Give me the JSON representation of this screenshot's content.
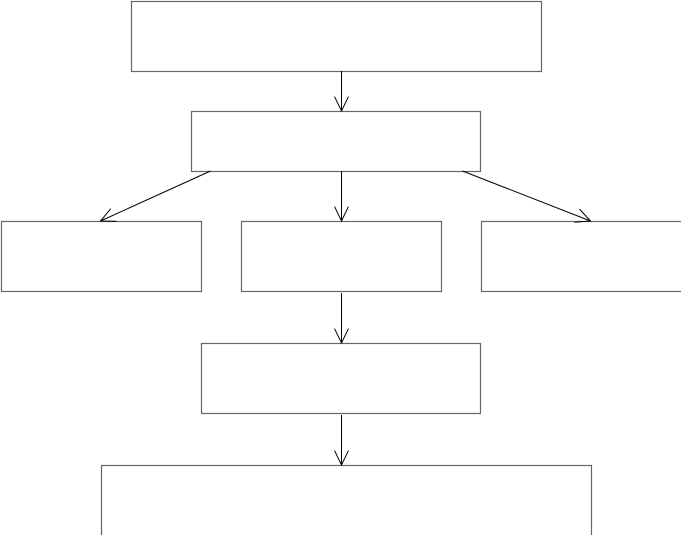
{
  "diagram": {
    "type": "flowchart",
    "stroke_color": "#000000",
    "box_border_color": "#666666",
    "background": "#ffffff",
    "nodes": [
      {
        "id": "n1",
        "label": ""
      },
      {
        "id": "n2",
        "label": ""
      },
      {
        "id": "n3",
        "label": ""
      },
      {
        "id": "n4",
        "label": ""
      },
      {
        "id": "n5",
        "label": ""
      },
      {
        "id": "n6",
        "label": ""
      },
      {
        "id": "n7",
        "label": ""
      }
    ],
    "edges": [
      {
        "from": "n1",
        "to": "n2"
      },
      {
        "from": "n2",
        "to": "n3"
      },
      {
        "from": "n2",
        "to": "n4"
      },
      {
        "from": "n2",
        "to": "n5"
      },
      {
        "from": "n4",
        "to": "n6"
      },
      {
        "from": "n6",
        "to": "n7"
      }
    ]
  }
}
